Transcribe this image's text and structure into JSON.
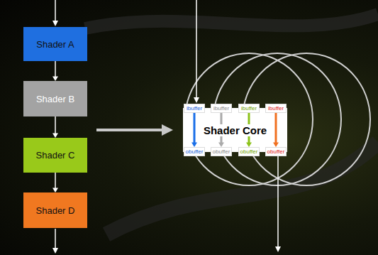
{
  "diagram": {
    "nodes": [
      {
        "text": [
          "Shader A"
        ]
      },
      {
        "text": [
          "Shader B"
        ]
      },
      {
        "text": [
          "Shader C"
        ]
      },
      {
        "text": [
          "Shader D"
        ]
      },
      {
        "text": [
          "Shader Core"
        ]
      },
      {
        "text": [
          "ibuffer"
        ],
        "in": 4
      },
      {
        "text": [
          "ibuffer"
        ],
        "in": 4
      },
      {
        "text": [
          "ibuffer"
        ],
        "in": 4
      },
      {
        "text": [
          "ibuffer"
        ],
        "in": 4
      },
      {
        "text": [
          "obuffer"
        ],
        "in": 4
      },
      {
        "text": [
          "obuffer"
        ],
        "in": 4
      },
      {
        "text": [
          "obuffer"
        ],
        "in": 4
      },
      {
        "text": [
          "obuffer"
        ],
        "in": 4
      }
    ],
    "edges": [
      {
        "from": 0,
        "to": 1,
        "arrow": "to"
      },
      {
        "from": 1,
        "to": 2,
        "arrow": "to"
      },
      {
        "from": 2,
        "to": 3,
        "arrow": "to"
      },
      {
        "from": 5,
        "to": 9,
        "arrow": "to"
      },
      {
        "from": 6,
        "to": 10,
        "arrow": "to"
      },
      {
        "from": 7,
        "to": 11,
        "arrow": "to"
      },
      {
        "from": 8,
        "to": 12,
        "arrow": "to"
      }
    ]
  }
}
